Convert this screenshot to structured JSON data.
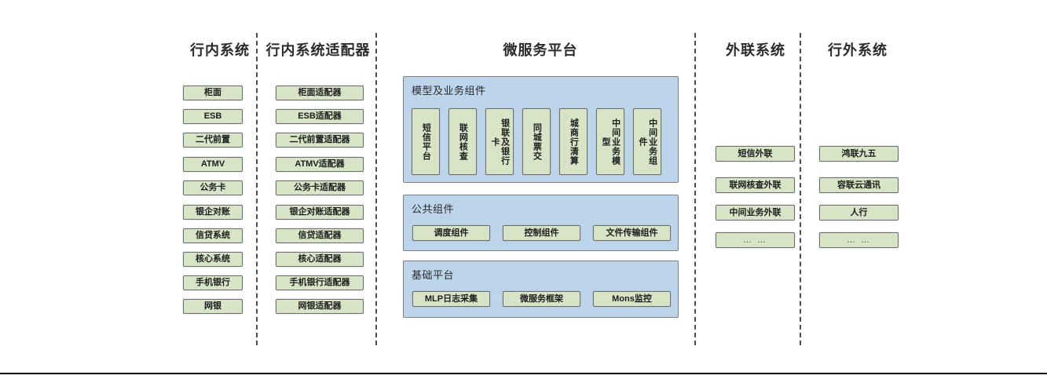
{
  "diagram": {
    "title_bar_visible": false,
    "columns": [
      {
        "id": "inbank",
        "title": "行内系统",
        "items": [
          {
            "label": "柜面"
          },
          {
            "label": "ESB"
          },
          {
            "label": "二代前置"
          },
          {
            "label": "ATMV"
          },
          {
            "label": "公务卡"
          },
          {
            "label": "银企对账"
          },
          {
            "label": "信贷系统"
          },
          {
            "label": "核心系统"
          },
          {
            "label": "手机银行"
          },
          {
            "label": "网银"
          }
        ]
      },
      {
        "id": "inbank-adapter",
        "title": "行内系统适配器",
        "items": [
          {
            "label": "柜面适配器"
          },
          {
            "label": "ESB适配器"
          },
          {
            "label": "二代前置适配器"
          },
          {
            "label": "ATMV适配器"
          },
          {
            "label": "公务卡适配器"
          },
          {
            "label": "银企对账适配器"
          },
          {
            "label": "信贷适配器"
          },
          {
            "label": "核心适配器"
          },
          {
            "label": "手机银行适配器"
          },
          {
            "label": "网银适配器"
          }
        ]
      },
      {
        "id": "microservice-platform",
        "title": "微服务平台",
        "panels": [
          {
            "id": "model-business-components",
            "title": "模型及业务组件",
            "orientation": "vertical",
            "items": [
              {
                "label": "短信平台"
              },
              {
                "label": "联网核查"
              },
              {
                "label": "银联及银行卡"
              },
              {
                "label": "同城票交"
              },
              {
                "label": "城商行清算"
              },
              {
                "label": "中间业务模型"
              },
              {
                "label": "中间业务组件"
              }
            ]
          },
          {
            "id": "public-components",
            "title": "公共组件",
            "orientation": "horizontal",
            "items": [
              {
                "label": "调度组件"
              },
              {
                "label": "控制组件"
              },
              {
                "label": "文件传输组件"
              }
            ]
          },
          {
            "id": "base-platform",
            "title": "基础平台",
            "orientation": "horizontal",
            "items": [
              {
                "label": "MLP日志采集"
              },
              {
                "label": "微服务框架"
              },
              {
                "label": "Mons监控"
              }
            ]
          }
        ]
      },
      {
        "id": "external-link",
        "title": "外联系统",
        "items": [
          {
            "label": "短信外联"
          },
          {
            "label": "联网核查外联"
          },
          {
            "label": "中间业务外联"
          },
          {
            "label": "… …",
            "ellipsis": true
          }
        ]
      },
      {
        "id": "outbank",
        "title": "行外系统",
        "items": [
          {
            "label": "鸿联九五"
          },
          {
            "label": "容联云通讯"
          },
          {
            "label": "人行"
          },
          {
            "label": "… …",
            "ellipsis": true
          }
        ]
      }
    ]
  },
  "colors": {
    "node_fill": "#d7e4c6",
    "node_border": "#6f6f6f",
    "panel_fill": "#bdd5ea",
    "panel_border": "#7f7f7f",
    "separator": "#4d4d4d",
    "title_text": "#2b2b2b",
    "canvas": "#ffffff"
  }
}
